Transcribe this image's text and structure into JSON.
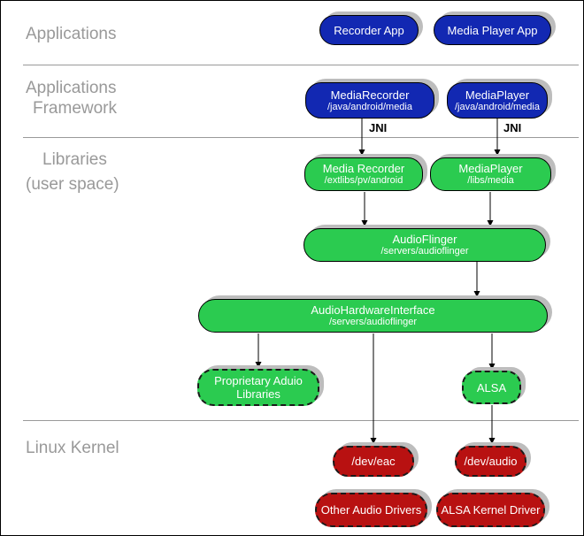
{
  "sections": {
    "applications": {
      "label": "Applications"
    },
    "framework": {
      "line1": "Applications",
      "line2": "Framework"
    },
    "libraries": {
      "line1": "Libraries",
      "line2": "(user space)"
    },
    "kernel": {
      "label": "Linux Kernel"
    }
  },
  "annotations": {
    "jni_left": "JNI",
    "jni_right": "JNI"
  },
  "nodes": {
    "recorder_app": {
      "title": "Recorder App"
    },
    "media_player_app": {
      "title": "Media Player App"
    },
    "media_recorder_fw": {
      "title": "MediaRecorder",
      "subtitle": "/java/android/media"
    },
    "media_player_fw": {
      "title": "MediaPlayer",
      "subtitle": "/java/android/media"
    },
    "media_recorder_lib": {
      "title": "Media Recorder",
      "subtitle": "/extlibs/pv/android"
    },
    "media_player_lib": {
      "title": "MediaPlayer",
      "subtitle": "/libs/media"
    },
    "audio_flinger": {
      "title": "AudioFlinger",
      "subtitle": "/servers/audioflinger"
    },
    "audio_hardware_interface": {
      "title": "AudioHardwareInterface",
      "subtitle": "/servers/audioflinger"
    },
    "proprietary_audio_libs": {
      "title": "Proprietary Aduio Libraries"
    },
    "alsa": {
      "title": "ALSA"
    },
    "dev_eac": {
      "title": "/dev/eac"
    },
    "dev_audio": {
      "title": "/dev/audio"
    },
    "other_audio_drivers": {
      "title": "Other Audio Drivers"
    },
    "alsa_kernel_driver": {
      "title": "ALSA Kernel Driver"
    }
  },
  "colors": {
    "app_blue": "#1228b2",
    "lib_green": "#2bcb50",
    "kernel_red": "#b81111",
    "section_label_gray": "#999999",
    "divider_gray": "#999999",
    "shadow_gray": "#bdbdbd",
    "node_text": "#ffffff"
  }
}
